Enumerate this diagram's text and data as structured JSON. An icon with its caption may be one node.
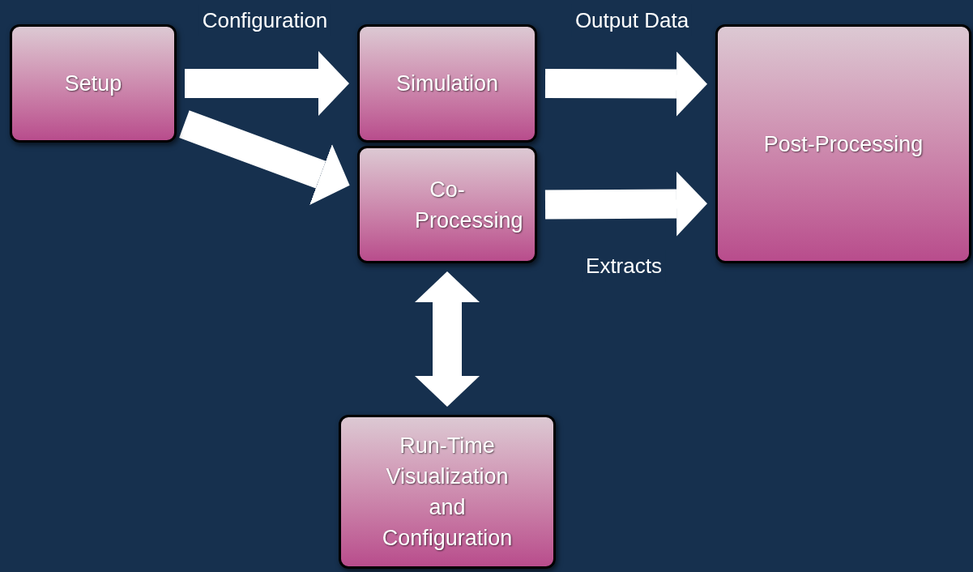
{
  "diagram": {
    "nodes": [
      {
        "text": [
          "Setup"
        ]
      },
      {
        "text": [
          "Simulation"
        ]
      },
      {
        "text": [
          "Co- Processing"
        ]
      },
      {
        "text": [
          "Post-Processing"
        ]
      },
      {
        "text": [
          "Run-Time Visualization and Configuration"
        ]
      }
    ],
    "edges": [
      {
        "from": 0,
        "to": 1,
        "arrow": "to",
        "label": "Configuration"
      },
      {
        "from": 0,
        "to": 2,
        "arrow": "to"
      },
      {
        "from": 1,
        "to": 3,
        "arrow": "to",
        "label": "Output Data"
      },
      {
        "from": 2,
        "to": 3,
        "arrow": "to",
        "label": "Extracts"
      },
      {
        "from": 2,
        "to": 4,
        "arrow": "both"
      }
    ]
  }
}
